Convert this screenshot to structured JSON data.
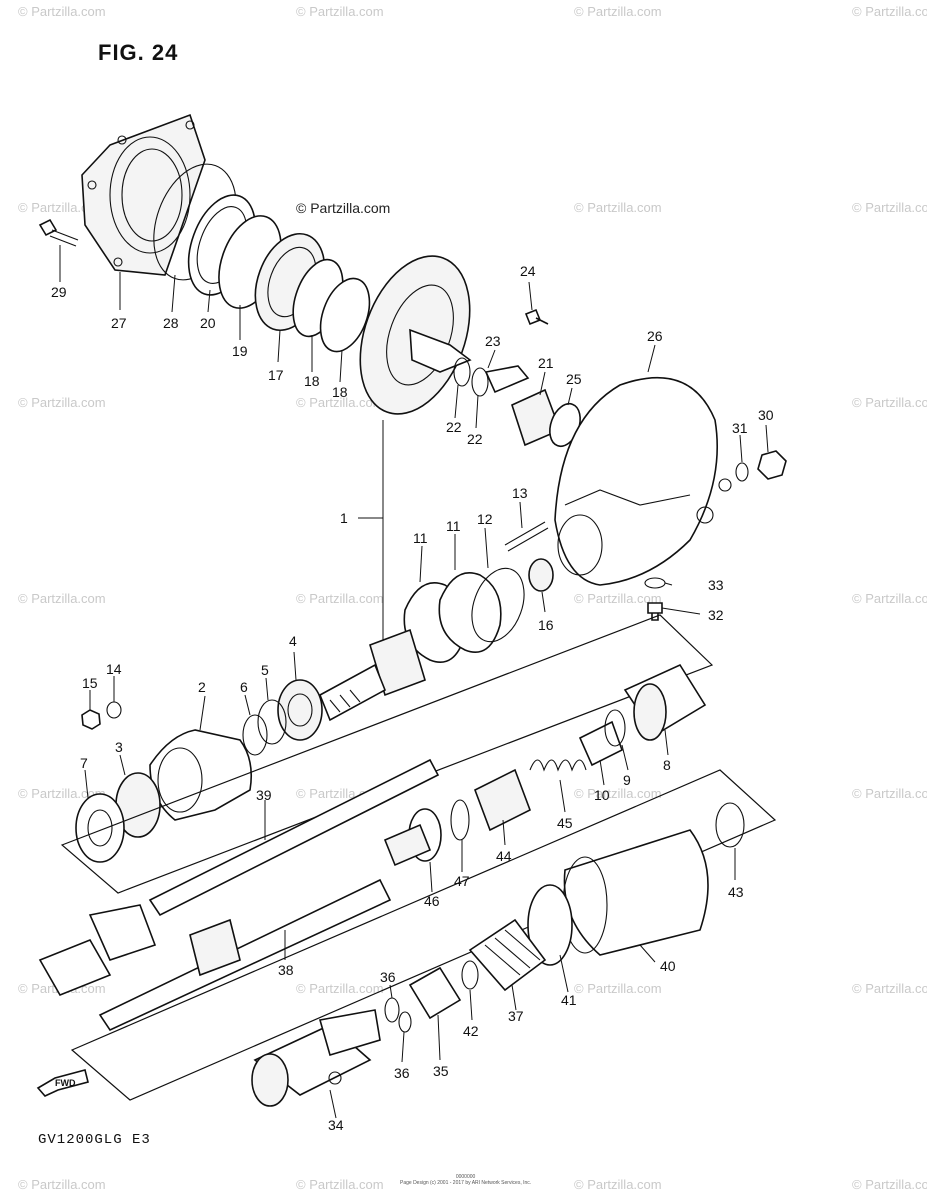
{
  "title": "FIG. 24",
  "model": "GV1200GLG  E3",
  "copyright_center": "© Partzilla.com",
  "watermark": "© Partzilla.com",
  "footer_lines": [
    "0000000",
    "Page Design (c) 2001 - 2017 by ARI Network Services, Inc."
  ],
  "fwd_label": "FWD",
  "callouts": {
    "c1": "1",
    "c2": "2",
    "c3": "3",
    "c4": "4",
    "c5": "5",
    "c6": "6",
    "c7": "7",
    "c8": "8",
    "c9": "9",
    "c10": "10",
    "c11a": "11",
    "c11b": "11",
    "c12": "12",
    "c13": "13",
    "c14": "14",
    "c15": "15",
    "c16": "16",
    "c17": "17",
    "c18a": "18",
    "c18b": "18",
    "c19": "19",
    "c20": "20",
    "c21": "21",
    "c22a": "22",
    "c22b": "22",
    "c23": "23",
    "c24": "24",
    "c25": "25",
    "c26": "26",
    "c27": "27",
    "c28": "28",
    "c29": "29",
    "c30": "30",
    "c31": "31",
    "c32": "32",
    "c33": "33",
    "c34": "34",
    "c35": "35",
    "c36a": "36",
    "c36b": "36",
    "c37": "37",
    "c38": "38",
    "c39": "39",
    "c40": "40",
    "c41": "41",
    "c42": "42",
    "c43": "43",
    "c44": "44",
    "c45": "45",
    "c46": "46",
    "c47": "47"
  }
}
